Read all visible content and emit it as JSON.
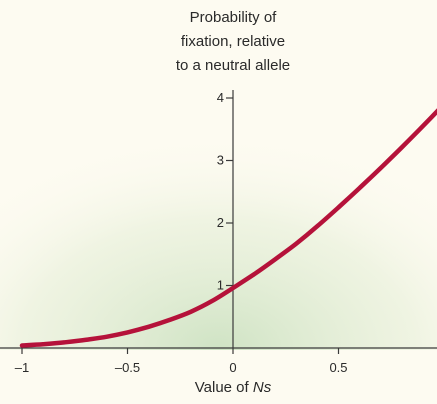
{
  "chart_data": {
    "type": "line",
    "ylabel_lines": [
      "Probability of",
      "fixation, relative",
      "to a neutral allele"
    ],
    "xlabel_prefix": "Value of ",
    "xlabel_var": "Ns",
    "xlim": [
      -1,
      1
    ],
    "ylim": [
      0,
      4
    ],
    "x_ticks": [
      {
        "value": -1,
        "label": "–1"
      },
      {
        "value": -0.5,
        "label": "–0.5"
      },
      {
        "value": 0,
        "label": "0"
      },
      {
        "value": 0.5,
        "label": "0.5"
      }
    ],
    "y_ticks": [
      {
        "value": 1,
        "label": "1"
      },
      {
        "value": 2,
        "label": "2"
      },
      {
        "value": 3,
        "label": "3"
      },
      {
        "value": 4,
        "label": "4"
      }
    ],
    "series": [
      {
        "x": [
          -1,
          -0.9,
          -0.8,
          -0.7,
          -0.6,
          -0.5,
          -0.4,
          -0.3,
          -0.2,
          -0.1,
          0,
          0.1,
          0.2,
          0.3,
          0.4,
          0.5,
          0.6,
          0.7,
          0.8,
          0.9,
          1.0
        ],
        "y": [
          0.04,
          0.06,
          0.09,
          0.13,
          0.18,
          0.25,
          0.34,
          0.45,
          0.58,
          0.75,
          0.96,
          1.18,
          1.42,
          1.67,
          1.95,
          2.25,
          2.56,
          2.88,
          3.21,
          3.55,
          3.9
        ]
      }
    ],
    "line_color": "#b5123a",
    "glow_color": "#cfe3c4"
  }
}
